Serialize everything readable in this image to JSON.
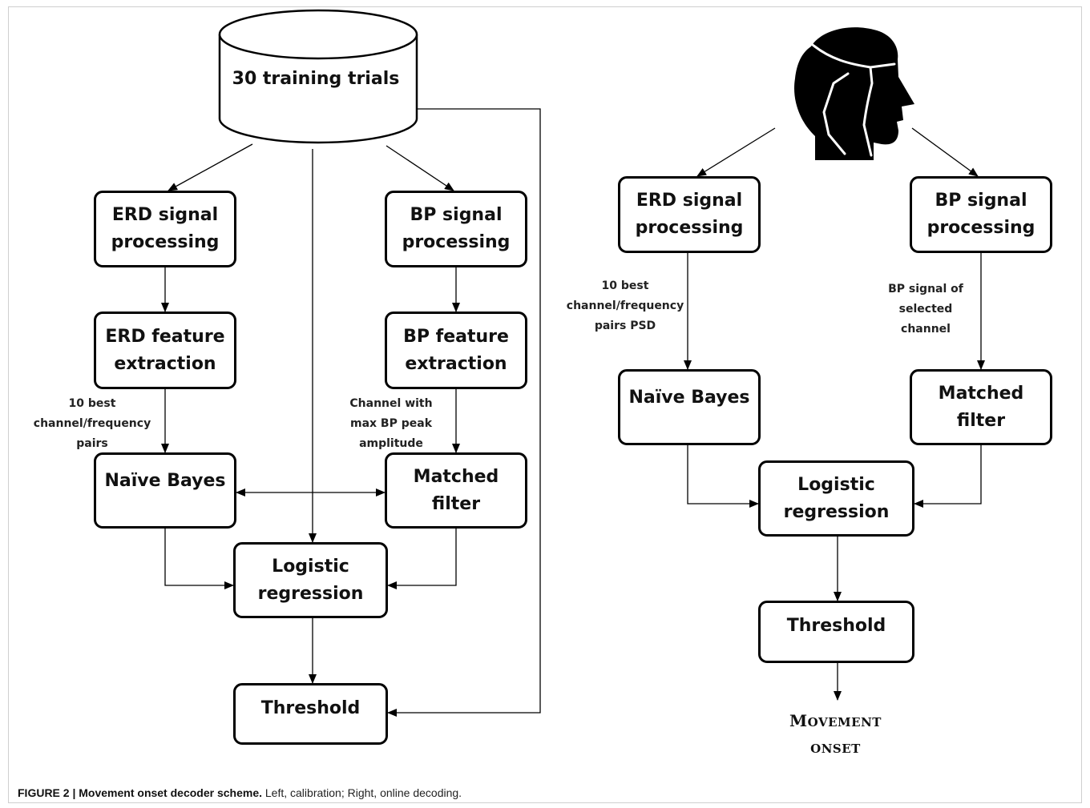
{
  "left": {
    "database": "30 training trials",
    "erd_processing": [
      "ERD signal",
      "processing"
    ],
    "bp_processing": [
      "BP signal",
      "processing"
    ],
    "erd_features": [
      "ERD feature",
      "extraction"
    ],
    "bp_features": [
      "BP feature",
      "extraction"
    ],
    "erd_note": [
      "10  best",
      "channel/frequency",
      "pairs"
    ],
    "bp_note": [
      "Channel with",
      "max BP peak",
      "amplitude"
    ],
    "naive_bayes": "Naïve Bayes",
    "matched_filter": [
      "Matched",
      "filter"
    ],
    "logistic": [
      "Logistic",
      "regression"
    ],
    "threshold": "Threshold"
  },
  "right": {
    "head_icon": "human-head-with-eeg-cap-icon",
    "erd_processing": [
      "ERD signal",
      "processing"
    ],
    "bp_processing": [
      "BP signal",
      "processing"
    ],
    "erd_note": [
      "10  best",
      "channel/frequency",
      "pairs PSD"
    ],
    "bp_note": [
      "BP signal of",
      "selected",
      "channel"
    ],
    "naive_bayes": "Naïve Bayes",
    "matched_filter": [
      "Matched",
      "filter"
    ],
    "logistic": [
      "Logistic",
      "regression"
    ],
    "threshold": "Threshold",
    "output": {
      "line1_cap": "M",
      "line1_rest": "OVEMENT",
      "line2": "ONSET"
    }
  },
  "caption": {
    "label": "FIGURE 2 | Movement onset decoder scheme.",
    "text": " Left, calibration; Right, online decoding."
  },
  "colors": {
    "stroke": "#000000",
    "text": "#111111",
    "frame": "#cfcfcf"
  }
}
